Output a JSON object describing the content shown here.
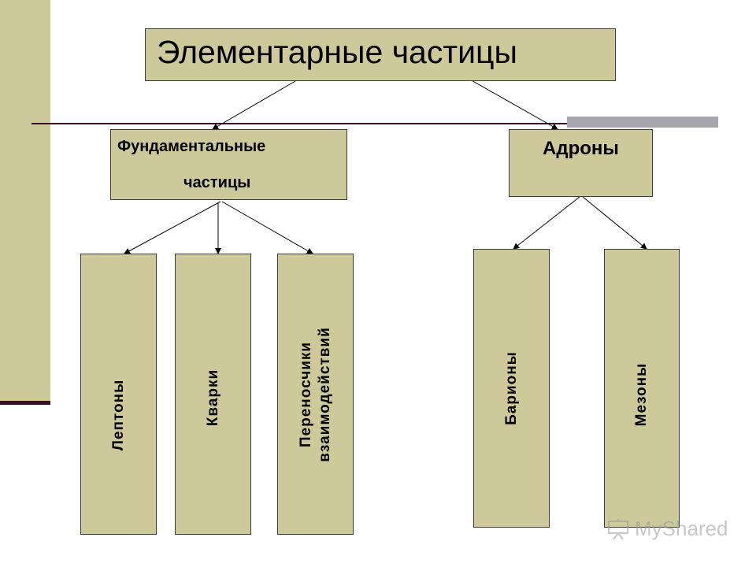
{
  "title": "Элементарные частицы",
  "fundamental": {
    "line1": "Фундаментальные",
    "line2": "частицы"
  },
  "hadrons": "Адроны",
  "fundamental_children": [
    "Лептоны",
    "Кварки",
    "Переносчики взаимодействий"
  ],
  "carriers_lines": [
    "Переносчики",
    "взаимодействий"
  ],
  "hadron_children": [
    "Барионы",
    "Мезоны"
  ],
  "watermark": "MyShared",
  "colors": {
    "box_fill": "#cdc99a",
    "accent_bar": "#3b0d2c",
    "strip": "#a8a6ad"
  }
}
